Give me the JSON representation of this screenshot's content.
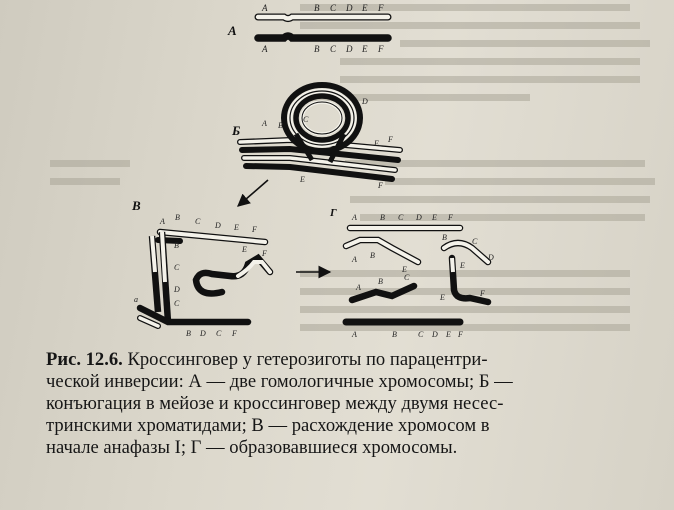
{
  "figure": {
    "panel_labels": {
      "a": "А",
      "b": "Б",
      "v": "В",
      "g": "Г"
    },
    "gene_labels": [
      "A",
      "B",
      "C",
      "D",
      "E",
      "F"
    ],
    "centromere_label": "a"
  },
  "caption": {
    "number": "Рис. 12.6.",
    "lines": [
      " Кроссинговер у гетерозиготы по парацентри-",
      "ческой инверсии: А — две гомологичные хромосомы; Б —",
      "конъюгация в мейозе и кроссинговер между двумя несес-",
      "тринскими хроматидами; В — расхождение хромосом в",
      "начале анафазы I; Г — образовавшиеся хромосомы."
    ]
  }
}
